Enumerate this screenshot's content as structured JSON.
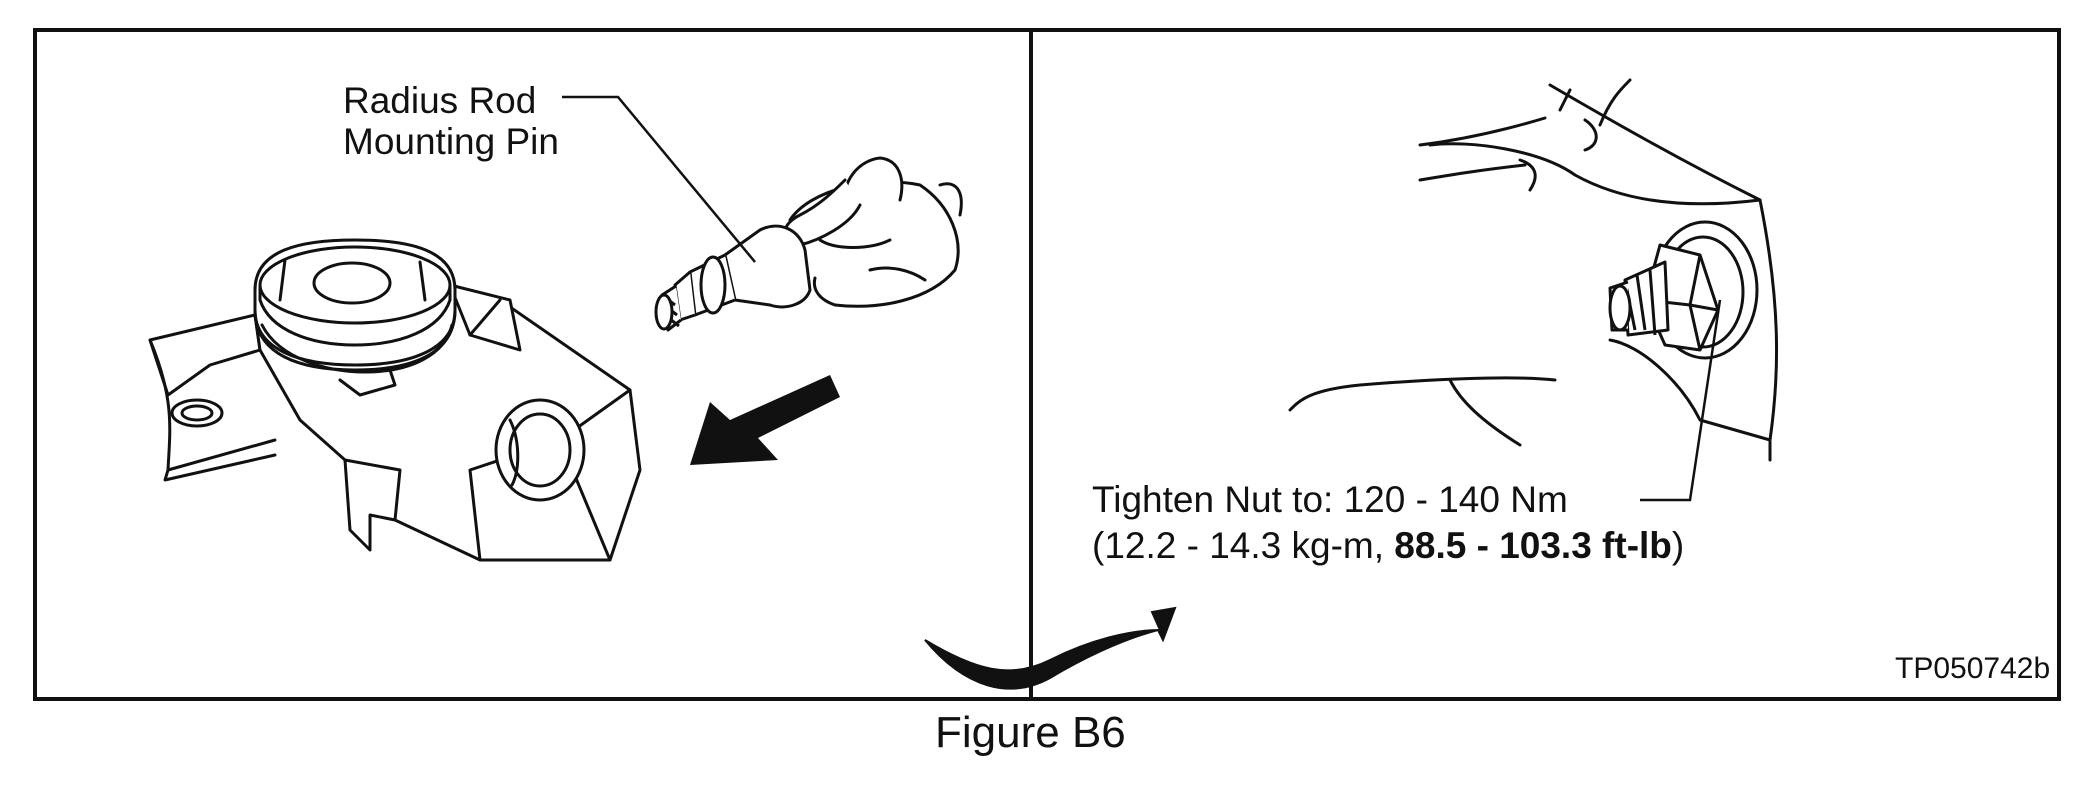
{
  "left_panel": {
    "callout_line1": "Radius Rod",
    "callout_line2": "Mounting Pin"
  },
  "right_panel": {
    "torque_line1": "Tighten Nut to: 120 - 140 Nm",
    "torque_line2_prefix": "(12.2 - 14.3 kg-m, ",
    "torque_line2_bold": "88.5 - 103.3 ft-lb",
    "torque_line2_suffix": ")",
    "figure_code": "TP050742b"
  },
  "caption": "Figure B6"
}
